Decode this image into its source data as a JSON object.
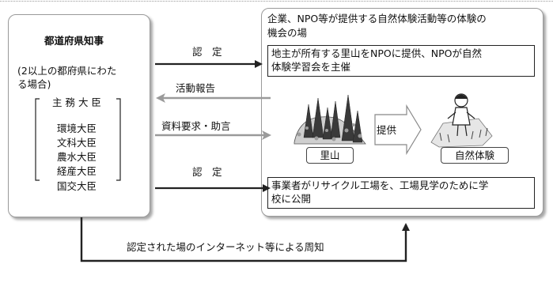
{
  "left": {
    "title": "都道府県知事",
    "note_line1": "(2以上の都府県にわた",
    "note_line2": "る場合)",
    "ministers_header": "主 務 大 臣",
    "ministers": [
      "環境大臣",
      "文科大臣",
      "農水大臣",
      "経産大臣",
      "国交大臣"
    ]
  },
  "right": {
    "title_line1": "企業、NPO等が提供する自然体験活動等の体験の",
    "title_line2": "機会の場",
    "example1_line1": "地主が所有する里山をNPOに提供、NPOが自然",
    "example1_line2": "体験学習会を主催",
    "satoyama_label": "里山",
    "provide_label": "提供",
    "nature_label": "自然体験",
    "example2_line1": "事業者がリサイクル工場を、工場見学のために学",
    "example2_line2": "校に公開"
  },
  "arrows": {
    "certify_top": "認　定",
    "activity_report": "活動報告",
    "request_advice": "資料要求・助言",
    "certify_bottom": "認　定",
    "publicize": "認定された場のインターネット等による周知"
  },
  "colors": {
    "arrow_dark": "#222222",
    "arrow_gray": "#9a9a9a",
    "tree_dark": "#444444"
  },
  "icons": [
    "satoyama-illustration",
    "child-in-field-illustration"
  ]
}
